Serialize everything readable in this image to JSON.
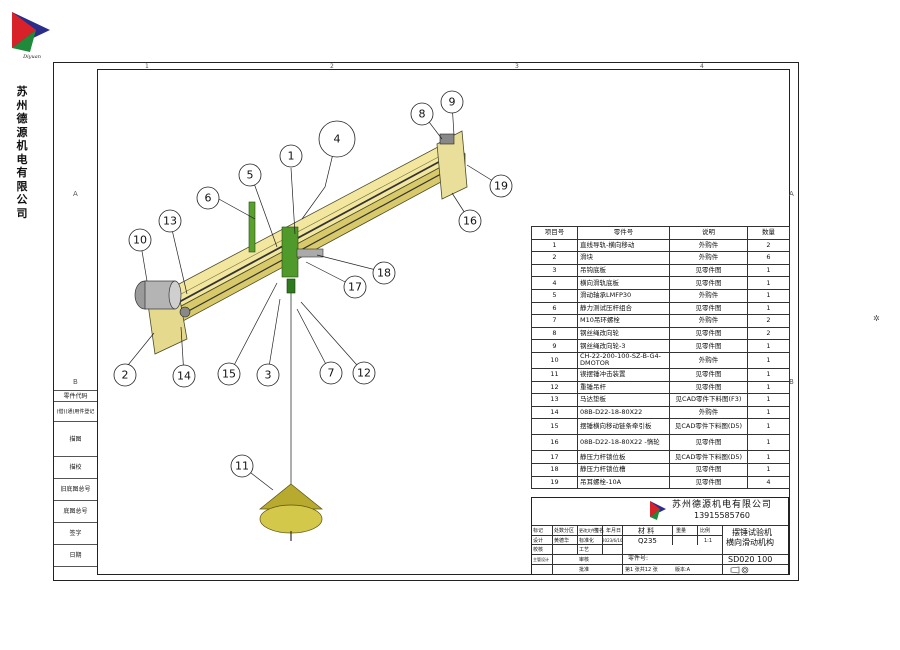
{
  "company": {
    "name_vertical": "苏州德源机电有限公司",
    "logo_text": "Diyuan"
  },
  "frame": {
    "zone_numbers": [
      "1",
      "2",
      "3",
      "4"
    ],
    "zone_letters": [
      "A",
      "B"
    ]
  },
  "side_labels": [
    "零件代码",
    "(借)(通)用件登记",
    "描图",
    "描校",
    "旧底图总号",
    "底图总号",
    "签字",
    "日期"
  ],
  "callouts": [
    "1",
    "2",
    "3",
    "4",
    "5",
    "6",
    "7",
    "8",
    "9",
    "10",
    "11",
    "12",
    "13",
    "14",
    "15",
    "16",
    "17",
    "18",
    "19"
  ],
  "bom": {
    "headers": [
      "项目号",
      "零件号",
      "说明",
      "数量"
    ],
    "rows": [
      {
        "no": "1",
        "part": "直线导轨-横向移动",
        "desc": "外购件",
        "qty": "2"
      },
      {
        "no": "2",
        "part": "滑块",
        "desc": "外购件",
        "qty": "6"
      },
      {
        "no": "3",
        "part": "吊钩底板",
        "desc": "见零件图",
        "qty": "1"
      },
      {
        "no": "4",
        "part": "横向滑轨底板",
        "desc": "见零件图",
        "qty": "1"
      },
      {
        "no": "5",
        "part": "滑动轴承LMFP30",
        "desc": "外购件",
        "qty": "1"
      },
      {
        "no": "6",
        "part": "静力测试压杆组合",
        "desc": "见零件图",
        "qty": "1"
      },
      {
        "no": "7",
        "part": "M10吊环螺栓",
        "desc": "外购件",
        "qty": "2"
      },
      {
        "no": "8",
        "part": "钢丝绳改向轮",
        "desc": "见零件图",
        "qty": "2"
      },
      {
        "no": "9",
        "part": "钢丝绳改向轮-3",
        "desc": "见零件图",
        "qty": "1"
      },
      {
        "no": "10",
        "part": "CH-22-200-100-SZ-B-G4-DMOTOR",
        "desc": "外购件",
        "qty": "1"
      },
      {
        "no": "11",
        "part": "锲摆锤冲击装置",
        "desc": "见零件图",
        "qty": "1"
      },
      {
        "no": "12",
        "part": "重锤吊杆",
        "desc": "见零件图",
        "qty": "1"
      },
      {
        "no": "13",
        "part": "马达垫板",
        "desc": "见CAD零件下料图(F3)",
        "qty": "1"
      },
      {
        "no": "14",
        "part": "08B-D22-18-80X22",
        "desc": "外购件",
        "qty": "1"
      },
      {
        "no": "15",
        "part": "摆锤横向移动链条牵引板",
        "desc": "见CAD零件下料图(D5)",
        "qty": "1"
      },
      {
        "no": "16",
        "part": "08B-D22-18-80X22 -惰轮",
        "desc": "见零件图",
        "qty": "1"
      },
      {
        "no": "17",
        "part": "静压力杆锁位板",
        "desc": "见CAD零件下料图(D5)",
        "qty": "1"
      },
      {
        "no": "18",
        "part": "静压力杆锁位槽",
        "desc": "见零件图",
        "qty": "1"
      },
      {
        "no": "19",
        "part": "吊耳螺栓-10A",
        "desc": "见零件图",
        "qty": "4"
      }
    ]
  },
  "title_block": {
    "company": "苏州德源机电有限公司",
    "phone": "13915585760",
    "material_label": "材 料",
    "weight_label": "重量",
    "scale_label": "比例",
    "material": "Q235",
    "scale": "1:1",
    "name_line1": "摆锤试验机",
    "name_line2": "横向滑动机构",
    "part_no_label": "零件号:",
    "drawing_no": "SD020 100",
    "sheet_info": "第1 张共12 张",
    "version": "版本:A",
    "rev_headers": [
      "标记",
      "处数",
      "分区",
      "更改文件号",
      "签名",
      "年月日"
    ],
    "role_design": "设计",
    "designer": "黄德华",
    "standard_label": "标准化",
    "date": "2023/6/10",
    "role_check": "校核",
    "role_process": "工艺",
    "role_supervisor": "主管设计",
    "role_review": "审核",
    "role_approve": "批准"
  }
}
